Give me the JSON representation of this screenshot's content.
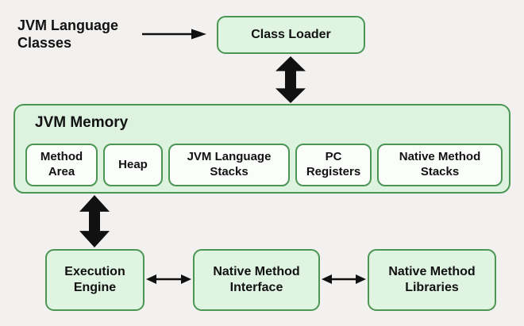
{
  "nodes": {
    "source_label": "JVM Language Classes",
    "class_loader": "Class Loader",
    "jvm_memory": {
      "title": "JVM Memory",
      "components": [
        "Method Area",
        "Heap",
        "JVM Language Stacks",
        "PC Registers",
        "Native Method Stacks"
      ]
    },
    "execution_engine": "Execution Engine",
    "native_method_interface": "Native Method Interface",
    "native_method_libraries": "Native Method Libraries"
  },
  "icons": {
    "source_to_loader": "right-arrow",
    "loader_to_memory": "thick-vertical-double-arrow",
    "memory_to_engine": "thick-vertical-double-arrow",
    "engine_to_interface": "horizontal-double-arrow",
    "interface_to_libraries": "horizontal-double-arrow"
  },
  "colors": {
    "background": "#f2f1ef",
    "box_fill": "#dff4e1",
    "memory_fill": "#ddf3df",
    "inner_box_fill": "#fafdfa",
    "border_green": "#4c9654",
    "arrow_black": "#111111",
    "text": "#121212"
  }
}
